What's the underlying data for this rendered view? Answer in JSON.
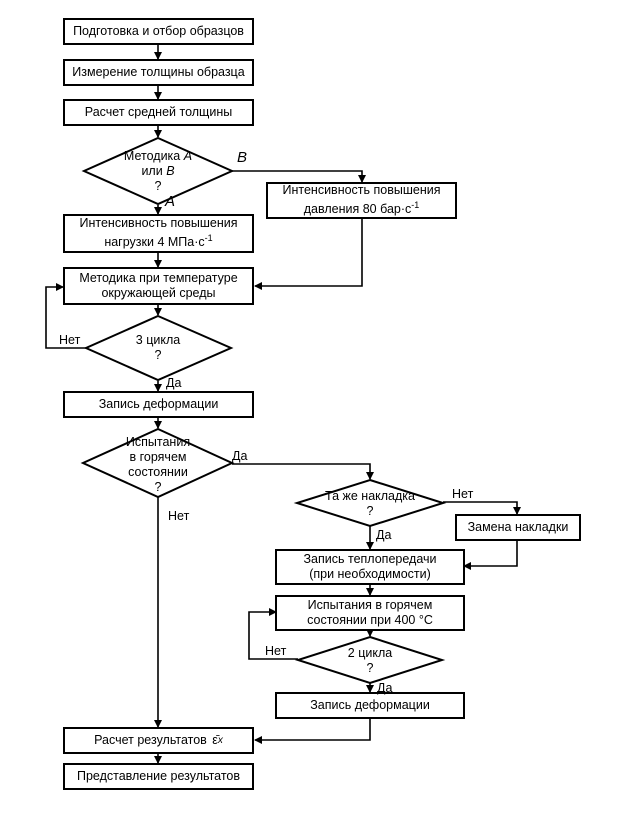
{
  "flowchart": {
    "nodes": {
      "prep": "Подготовка и отбор образцов",
      "measure": "Измерение толщины образца",
      "avg": "Расчет средней толщины",
      "method_q_line1_prefix": "Методика ",
      "method_q_line1_var": "А",
      "method_q_line2_prefix": "или ",
      "method_q_line2_var": "В",
      "method_q_mark": "?",
      "rate_load_line1": "Интенсивность повышения",
      "rate_load_line2": "нагрузки 4 МПа·с",
      "rate_load_sup": "-1",
      "rate_press_line1": "Интенсивность повышения",
      "rate_press_line2": "давления 80 бар·с",
      "rate_press_sup": "-1",
      "ambient": "Методика при температуре\nокружающей среды",
      "cycles3": "3 цикла\n?",
      "record_def": "Запись деформации",
      "hot_q": "Испытания\nв горячем\nсостоянии\n?",
      "same_pad_q": "Та же накладка\n?",
      "replace_pad": "Замена накладки",
      "heat_transfer": "Запись теплопередачи\n(при необходимости)",
      "hot400": "Испытания в горячем\nсостоянии при 400 °С",
      "cycles2": "2 цикла\n?",
      "record_def2": "Запись деформации",
      "calc_prefix": "Расчет результатов ",
      "calc_symbol": "ε̄",
      "calc_sub": "x",
      "present": "Представление результатов"
    },
    "edge_labels": {
      "branch_a": "А",
      "branch_b": "В",
      "no_3cycles": "Нет",
      "yes_3cycles": "Да",
      "yes_hot": "Да",
      "no_hot": "Нет",
      "no_same_pad": "Нет",
      "yes_same_pad": "Да",
      "no_2cycles": "Нет",
      "yes_2cycles": "Да"
    }
  }
}
